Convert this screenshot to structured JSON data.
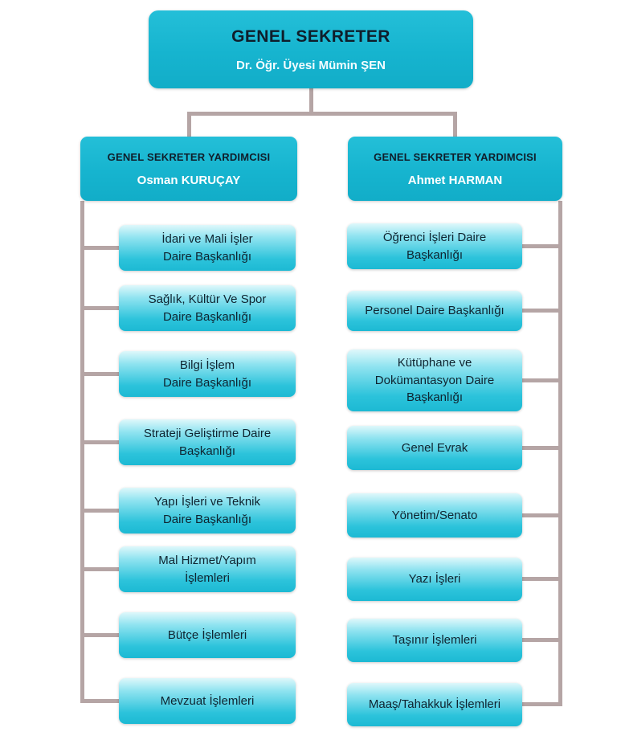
{
  "org": {
    "root": {
      "title": "GENEL SEKRETER",
      "subtitle": "Dr. Öğr. Üyesi Mümin ŞEN"
    },
    "deputies": [
      {
        "title": "GENEL SEKRETER YARDIMCISI",
        "name": "Osman KURUÇAY"
      },
      {
        "title": "GENEL SEKRETER YARDIMCISI",
        "name": "Ahmet HARMAN"
      }
    ],
    "left_units": [
      "İdari ve Mali İşler\nDaire Başkanlığı",
      "Sağlık, Kültür Ve Spor\nDaire Başkanlığı",
      "Bilgi İşlem\nDaire Başkanlığı",
      "Strateji Geliştirme Daire\nBaşkanlığı",
      "Yapı İşleri ve Teknik\nDaire Başkanlığı",
      "Mal Hizmet/Yapım\nİşlemleri",
      "Bütçe İşlemleri",
      "Mevzuat İşlemleri"
    ],
    "right_units": [
      "Öğrenci İşleri Daire\nBaşkanlığı",
      "Personel Daire Başkanlığı",
      "Kütüphane ve\nDokümantasyon Daire\nBaşkanlığı",
      "Genel Evrak",
      "Yönetim/Senato",
      "Yazı İşleri",
      "Taşınır İşlemleri",
      "Maaş/Tahakkuk İşlemleri"
    ],
    "colors": {
      "box_cyan": "#17b8d4",
      "box_gradient_top": "#dff8fb",
      "connector": "#b5a5a5",
      "header_text": "#0f1e2b",
      "name_text": "#ffffff"
    }
  }
}
